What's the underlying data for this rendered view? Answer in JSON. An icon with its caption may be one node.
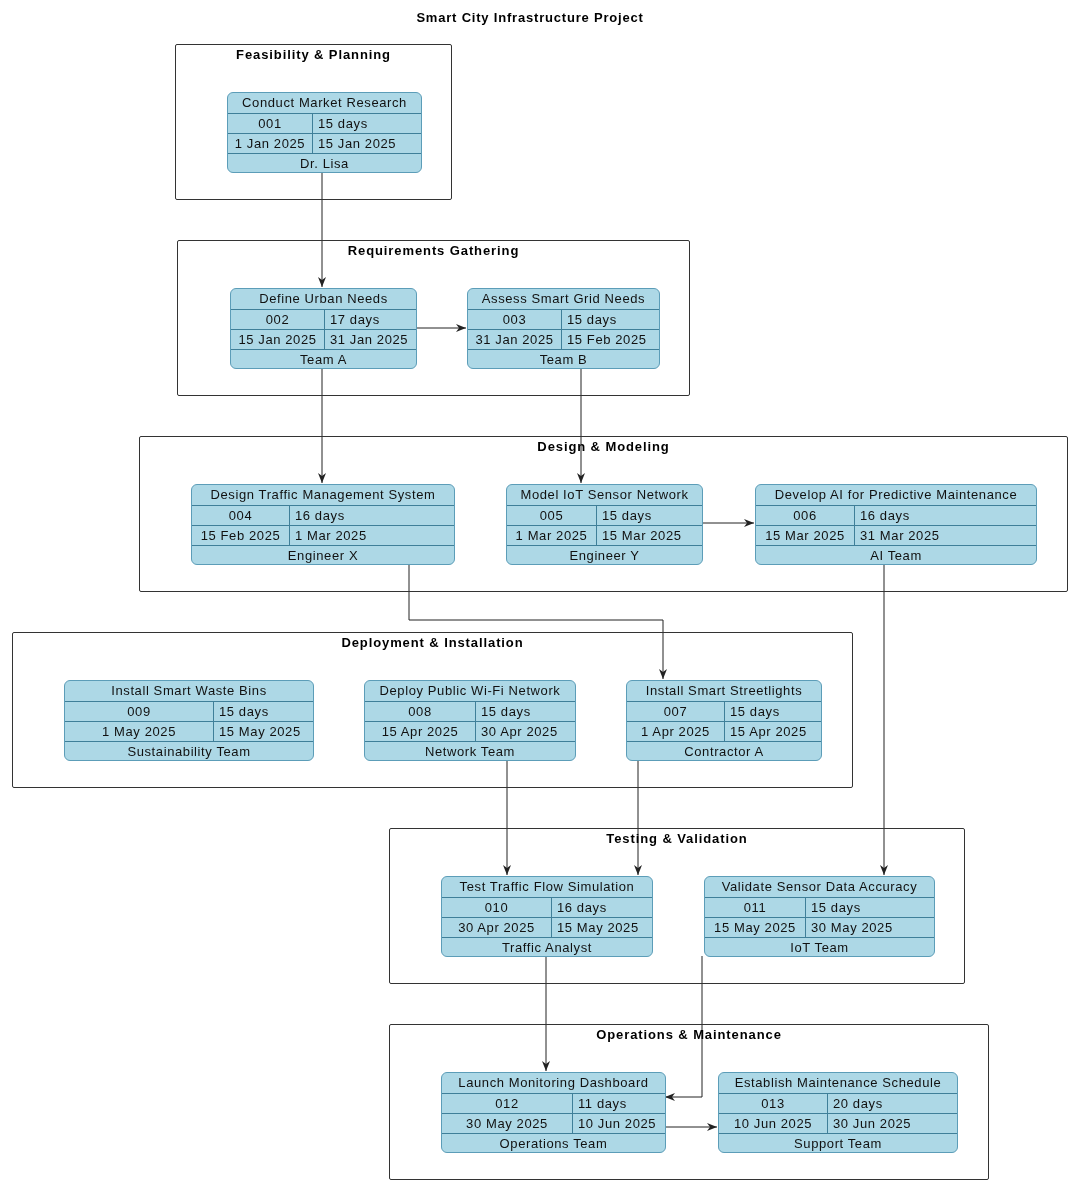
{
  "diagram": {
    "title": "Smart City Infrastructure Project",
    "nodes": [
      {
        "text": [
          "Feasibility & Planning"
        ]
      },
      {
        "text": [
          "Conduct Market Research",
          "001",
          "15 days",
          "1 Jan 2025",
          "15 Jan 2025",
          "Dr. Lisa"
        ],
        "in": 0
      },
      {
        "text": [
          "Requirements Gathering"
        ]
      },
      {
        "text": [
          "Define Urban Needs",
          "002",
          "17 days",
          "15 Jan 2025",
          "31 Jan 2025",
          "Team A"
        ],
        "in": 2
      },
      {
        "text": [
          "Assess Smart Grid Needs",
          "003",
          "15 days",
          "31 Jan 2025",
          "15 Feb 2025",
          "Team B"
        ],
        "in": 2
      },
      {
        "text": [
          "Design & Modeling"
        ]
      },
      {
        "text": [
          "Design Traffic Management System",
          "004",
          "16 days",
          "15 Feb 2025",
          "1 Mar 2025",
          "Engineer X"
        ],
        "in": 5
      },
      {
        "text": [
          "Model IoT Sensor Network",
          "005",
          "15 days",
          "1 Mar 2025",
          "15 Mar 2025",
          "Engineer Y"
        ],
        "in": 5
      },
      {
        "text": [
          "Develop AI for Predictive Maintenance",
          "006",
          "16 days",
          "15 Mar 2025",
          "31 Mar 2025",
          "AI Team"
        ],
        "in": 5
      },
      {
        "text": [
          "Deployment & Installation"
        ]
      },
      {
        "text": [
          "Install Smart Waste Bins",
          "009",
          "15 days",
          "1 May 2025",
          "15 May 2025",
          "Sustainability Team"
        ],
        "in": 9
      },
      {
        "text": [
          "Deploy Public Wi-Fi Network",
          "008",
          "15 days",
          "15 Apr 2025",
          "30 Apr 2025",
          "Network Team"
        ],
        "in": 9
      },
      {
        "text": [
          "Install Smart Streetlights",
          "007",
          "15 days",
          "1 Apr 2025",
          "15 Apr 2025",
          "Contractor A"
        ],
        "in": 9
      },
      {
        "text": [
          "Testing & Validation"
        ]
      },
      {
        "text": [
          "Test Traffic Flow Simulation",
          "010",
          "16 days",
          "30 Apr 2025",
          "15 May 2025",
          "Traffic Analyst"
        ],
        "in": 13
      },
      {
        "text": [
          "Validate Sensor Data Accuracy",
          "011",
          "15 days",
          "15 May 2025",
          "30 May 2025",
          "IoT Team"
        ],
        "in": 13
      },
      {
        "text": [
          "Operations & Maintenance"
        ]
      },
      {
        "text": [
          "Launch Monitoring Dashboard",
          "012",
          "11 days",
          "30 May 2025",
          "10 Jun 2025",
          "Operations Team"
        ],
        "in": 16
      },
      {
        "text": [
          "Establish Maintenance Schedule",
          "013",
          "20 days",
          "10 Jun 2025",
          "30 Jun 2025",
          "Support Team"
        ],
        "in": 16
      }
    ],
    "edges": [
      {
        "from": 1,
        "to": 3,
        "arrow": "to"
      },
      {
        "from": 3,
        "to": 4,
        "arrow": "to"
      },
      {
        "from": 3,
        "to": 6,
        "arrow": "to"
      },
      {
        "from": 4,
        "to": 7,
        "arrow": "to"
      },
      {
        "from": 7,
        "to": 8,
        "arrow": "to"
      },
      {
        "from": 6,
        "to": 12,
        "arrow": "to"
      },
      {
        "from": 8,
        "to": 15,
        "arrow": "to"
      },
      {
        "from": 11,
        "to": 14,
        "arrow": "to"
      },
      {
        "from": 12,
        "to": 14,
        "arrow": "to"
      },
      {
        "from": 14,
        "to": 17,
        "arrow": "to"
      },
      {
        "from": 15,
        "to": 17,
        "arrow": "to"
      },
      {
        "from": 17,
        "to": 18,
        "arrow": "to"
      }
    ]
  }
}
